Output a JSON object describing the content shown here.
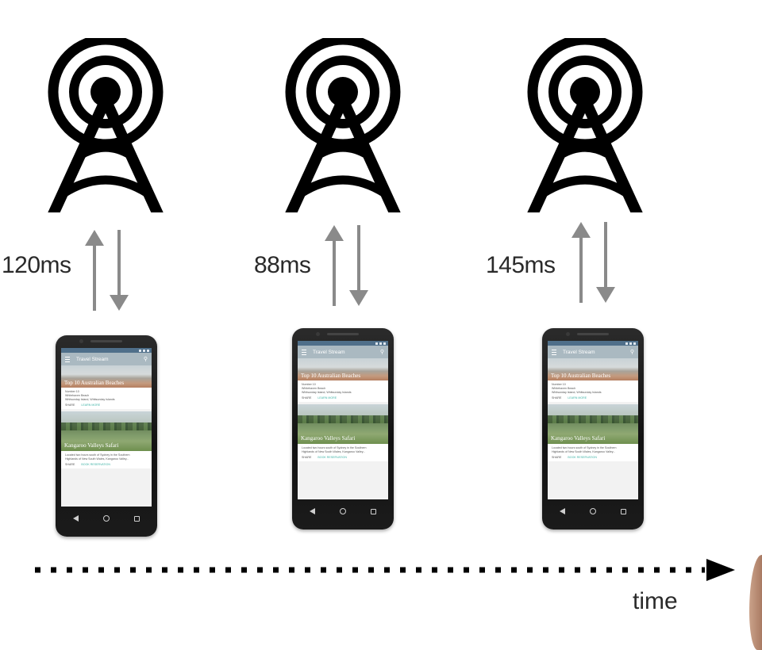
{
  "towers": [
    {
      "latency": "120ms"
    },
    {
      "latency": "88ms"
    },
    {
      "latency": "145ms"
    }
  ],
  "phone_screen": {
    "app_title": "Travel Stream",
    "card1": {
      "image_caption": "Top 10 Australian Beaches",
      "line1": "Number 10",
      "line2": "Whitehaven Beach",
      "line3": "Whitsunday Island, Whitsunday Islands",
      "action1": "SHARE",
      "action2": "LEARN MORE"
    },
    "card2": {
      "image_caption": "Kangaroo Valleys Safari",
      "line1": "Located two hours south of Sydney in the Southern",
      "line2": "Highlands of New South Wales, Kangaroo Valley...",
      "action1": "SHARE",
      "action2": "BOOK RESERVATION"
    }
  },
  "timeline": {
    "label": "time"
  },
  "colors": {
    "arrow": "#8a8a8a",
    "tower": "#000000",
    "accent": "#3fb3a6"
  },
  "icons": [
    "radio-tower-icon",
    "up-arrow-icon",
    "down-arrow-icon",
    "back-icon",
    "home-icon",
    "recents-icon",
    "arrowhead-icon"
  ]
}
